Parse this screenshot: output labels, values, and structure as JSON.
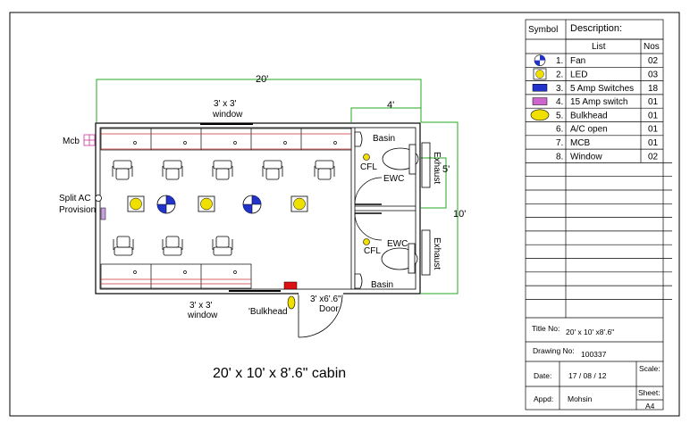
{
  "plan": {
    "caption": "20' x 10' x 8'.6\" cabin",
    "dims": {
      "overall": "20'",
      "toilet_width": "4'",
      "height": "10'",
      "toilet_depth": "5'"
    },
    "labels": {
      "window_top": [
        "3' x 3'",
        "window"
      ],
      "window_bottom": [
        "3' x 3'",
        "window"
      ],
      "mcb": "Mcb",
      "split_ac": [
        "Split AC",
        "Provision"
      ],
      "basin_top": "Basin",
      "basin_bottom": "Basin",
      "cfl_top": "CFL",
      "cfl_bottom": "CFL",
      "ewc_top": "EWC",
      "ewc_bottom": "EWC",
      "exhaust_top": "Exhaust",
      "exhaust_bottom": "Exhaust",
      "bulkhead": "'Bulkhead",
      "door": [
        "3' x6'.6\"",
        "Door"
      ]
    },
    "colors": {
      "dimension": "#22aa22",
      "led": "#f0e000",
      "fan": "#2233cc",
      "switch": "#2233cc",
      "mcb": "#cc3399",
      "red": "#dd1111"
    }
  },
  "legend": {
    "header_symbol": "Symbol",
    "header_description": "Description:",
    "header_list": "List",
    "header_nos": "Nos",
    "items": [
      {
        "num": "1.",
        "desc": "Fan",
        "nos": "02",
        "icon": "fan-icon"
      },
      {
        "num": "2.",
        "desc": "LED",
        "nos": "03",
        "icon": "led-icon"
      },
      {
        "num": "3.",
        "desc": "5 Amp Switches",
        "nos": "18",
        "icon": "switch-5a-icon"
      },
      {
        "num": "4.",
        "desc": "15 Amp switch",
        "nos": "01",
        "icon": "switch-15a-icon"
      },
      {
        "num": "5.",
        "desc": "Bulkhead",
        "nos": "01",
        "icon": "bulkhead-icon"
      },
      {
        "num": "6.",
        "desc": "A/C open",
        "nos": "01",
        "icon": ""
      },
      {
        "num": "7.",
        "desc": "MCB",
        "nos": "01",
        "icon": ""
      },
      {
        "num": "8.",
        "desc": "Window",
        "nos": "02",
        "icon": ""
      }
    ]
  },
  "title_block": {
    "title_label": "Title No:",
    "title_value": "20' x 10' x8'.6\"",
    "drawing_label": "Drawing No:",
    "drawing_value": "100337",
    "date_label": "Date:",
    "date_value": "17 / 08 / 12",
    "scale_label": "Scale:",
    "appd_label": "Appd:",
    "appd_value": "Mohsin",
    "sheet_label": "Sheet:",
    "sheet_value": "A4"
  }
}
